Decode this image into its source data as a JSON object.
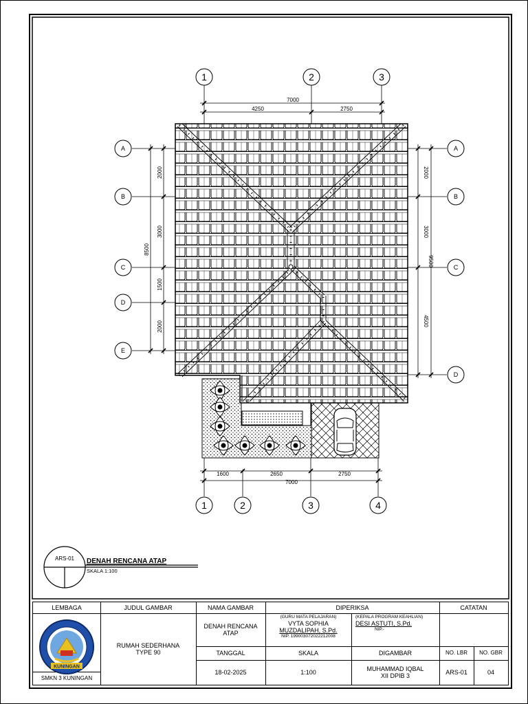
{
  "grid": {
    "top_cols": [
      "1",
      "2",
      "3"
    ],
    "bottom_cols": [
      "1",
      "2",
      "3",
      "4"
    ],
    "left_rows": [
      "A",
      "B",
      "C",
      "D",
      "E"
    ],
    "right_rows": [
      "A",
      "B",
      "C",
      "D"
    ]
  },
  "dimensions": {
    "top_total": "7000",
    "top_segments": [
      "4250",
      "2750"
    ],
    "bottom_total": "7000",
    "bottom_segments": [
      "1600",
      "2650",
      "2750"
    ],
    "left_total": "8500",
    "left_segments": [
      "2000",
      "3000",
      "1500",
      "2000"
    ],
    "right_total": "9500",
    "right_segments": [
      "2000",
      "3000",
      "4500"
    ]
  },
  "drawing_title": {
    "code": "ARS-01",
    "title": "DENAH RENCANA ATAP",
    "scale": "SKALA 1:100"
  },
  "title_block": {
    "h_lembaga": "LEMBAGA",
    "h_judul": "JUDUL GAMBAR",
    "h_nama": "NAMA GAMBAR",
    "h_diperiksa": "DIPERIKSA",
    "h_catatan": "CATATAN",
    "school": "SMKN 3 KUNINGAN",
    "logo_text": "KUNINGAN",
    "judul_line1": "RUMAH SEDERHANA",
    "judul_line2": "TYPE 90",
    "nama_line1": "DENAH RENCANA",
    "nama_line2": "ATAP",
    "guru_role": "(GURU MATA PELAJARAN)",
    "guru_name1": "VYTA SOPHIA",
    "guru_name2": "MUZDALIPAH, S.Pd.",
    "guru_nip": "NIP. 199003072022212008",
    "kaprog_role": "(KEPALA PROGRAM KEAHLIAN)",
    "kaprog_name": "DESI ASTUTI, S.Pd.",
    "kaprog_nip": "NIP.-",
    "h_tanggal": "TANGGAL",
    "h_skala": "SKALA",
    "h_digambar": "DIGAMBAR",
    "h_nolbr": "NO. LBR",
    "h_nogbr": "NO. GBR",
    "tanggal": "18-02-2025",
    "skala": "1:100",
    "digambar1": "MUHAMMAD IQBAL",
    "digambar2": "XII DPIB 3",
    "nolbr": "ARS-01",
    "nogbr": "04"
  }
}
